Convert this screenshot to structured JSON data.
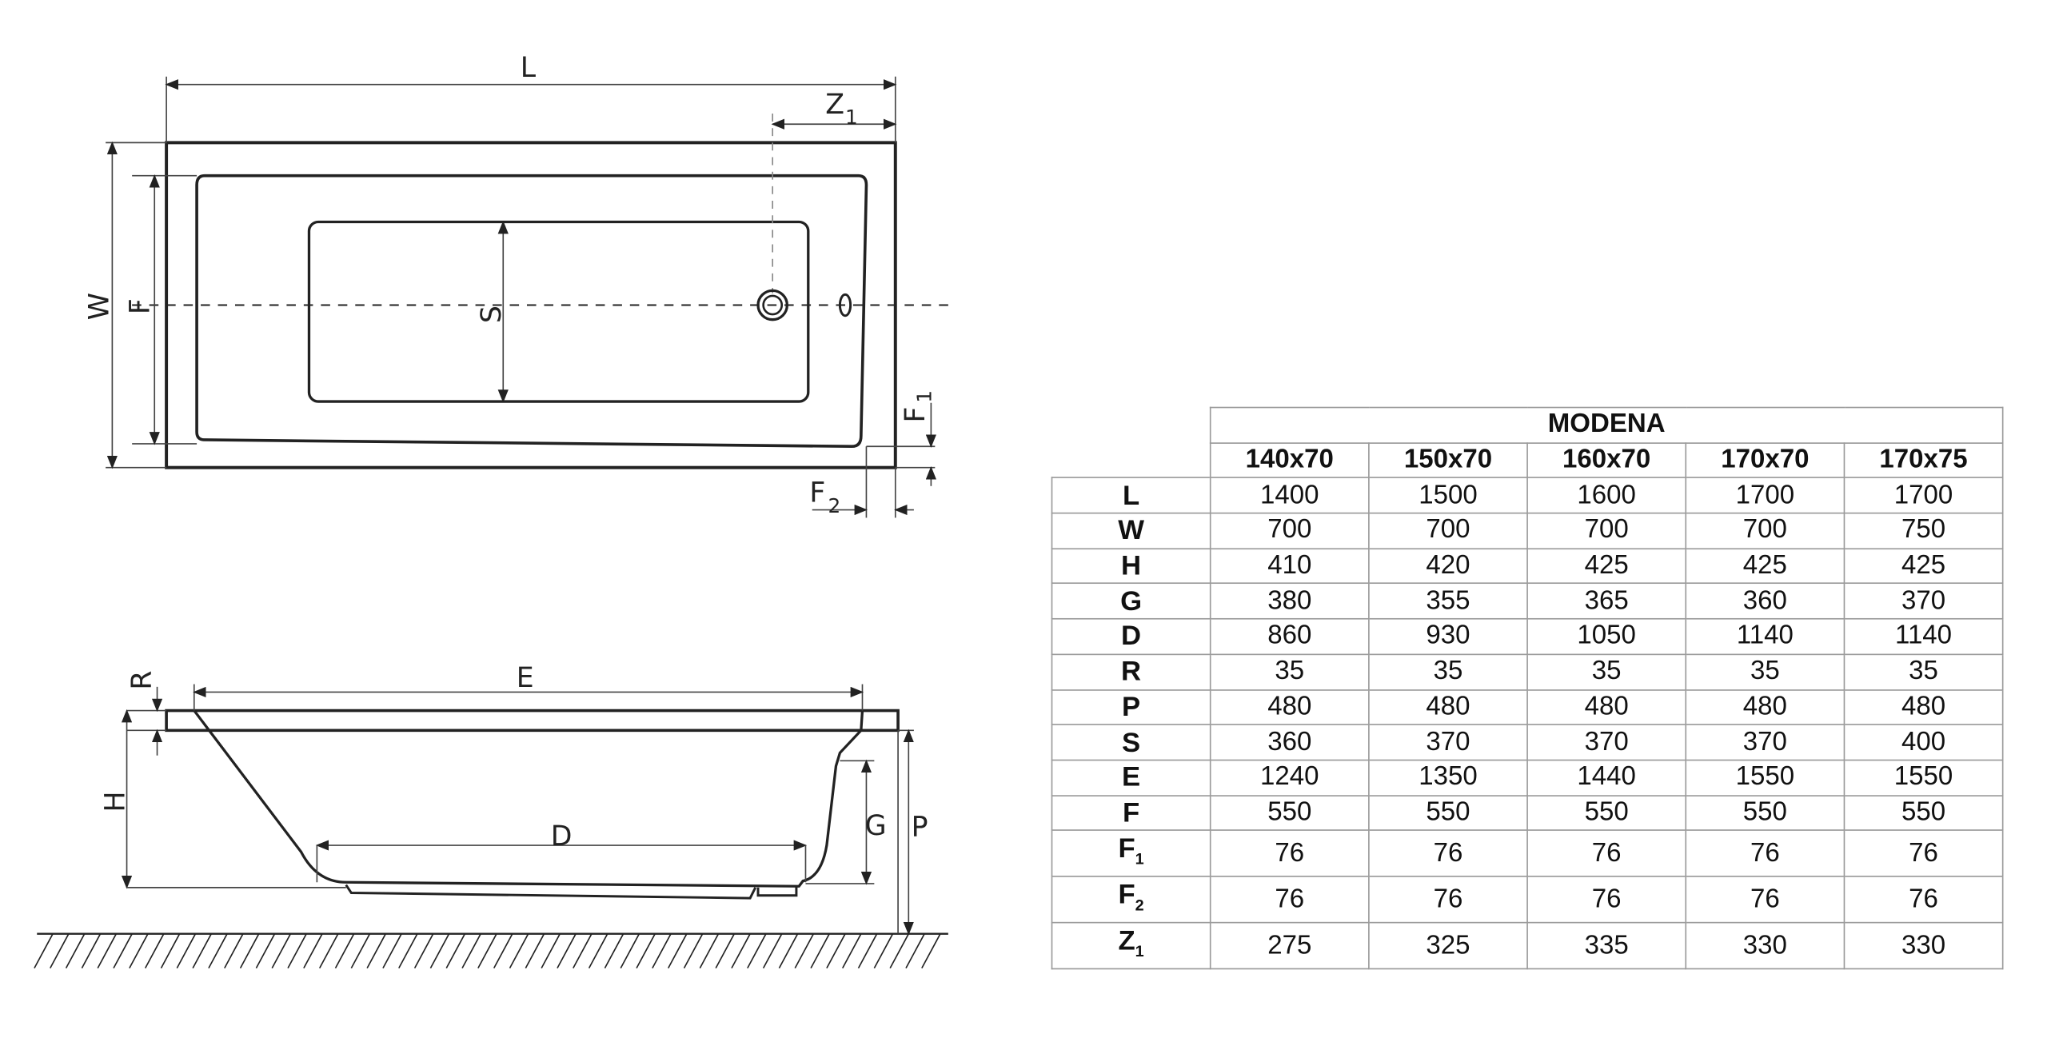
{
  "drawing_labels": {
    "top": {
      "L": "L",
      "Z": "Z",
      "Z_sub": "1",
      "W": "W",
      "F": "F",
      "S": "S",
      "F1": "F",
      "F1_sub": "1",
      "F2": "F",
      "F2_sub": "2"
    },
    "side": {
      "E": "E",
      "R": "R",
      "H": "H",
      "D": "D",
      "G": "G",
      "P": "P"
    }
  },
  "table": {
    "title": "MODENA",
    "columns": [
      "140x70",
      "150x70",
      "160x70",
      "170x70",
      "170x75"
    ],
    "rows": [
      {
        "label": "L",
        "sub": "",
        "values": [
          "1400",
          "1500",
          "1600",
          "1700",
          "1700"
        ]
      },
      {
        "label": "W",
        "sub": "",
        "values": [
          "700",
          "700",
          "700",
          "700",
          "750"
        ]
      },
      {
        "label": "H",
        "sub": "",
        "values": [
          "410",
          "420",
          "425",
          "425",
          "425"
        ]
      },
      {
        "label": "G",
        "sub": "",
        "values": [
          "380",
          "355",
          "365",
          "360",
          "370"
        ]
      },
      {
        "label": "D",
        "sub": "",
        "values": [
          "860",
          "930",
          "1050",
          "1140",
          "1140"
        ]
      },
      {
        "label": "R",
        "sub": "",
        "values": [
          "35",
          "35",
          "35",
          "35",
          "35"
        ]
      },
      {
        "label": "P",
        "sub": "",
        "values": [
          "480",
          "480",
          "480",
          "480",
          "480"
        ]
      },
      {
        "label": "S",
        "sub": "",
        "values": [
          "360",
          "370",
          "370",
          "370",
          "400"
        ]
      },
      {
        "label": "E",
        "sub": "",
        "values": [
          "1240",
          "1350",
          "1440",
          "1550",
          "1550"
        ]
      },
      {
        "label": "F",
        "sub": "",
        "values": [
          "550",
          "550",
          "550",
          "550",
          "550"
        ]
      },
      {
        "label": "F",
        "sub": "1",
        "values": [
          "76",
          "76",
          "76",
          "76",
          "76"
        ]
      },
      {
        "label": "F",
        "sub": "2",
        "values": [
          "76",
          "76",
          "76",
          "76",
          "76"
        ]
      },
      {
        "label": "Z",
        "sub": "1",
        "values": [
          "275",
          "325",
          "335",
          "330",
          "330"
        ]
      }
    ]
  }
}
